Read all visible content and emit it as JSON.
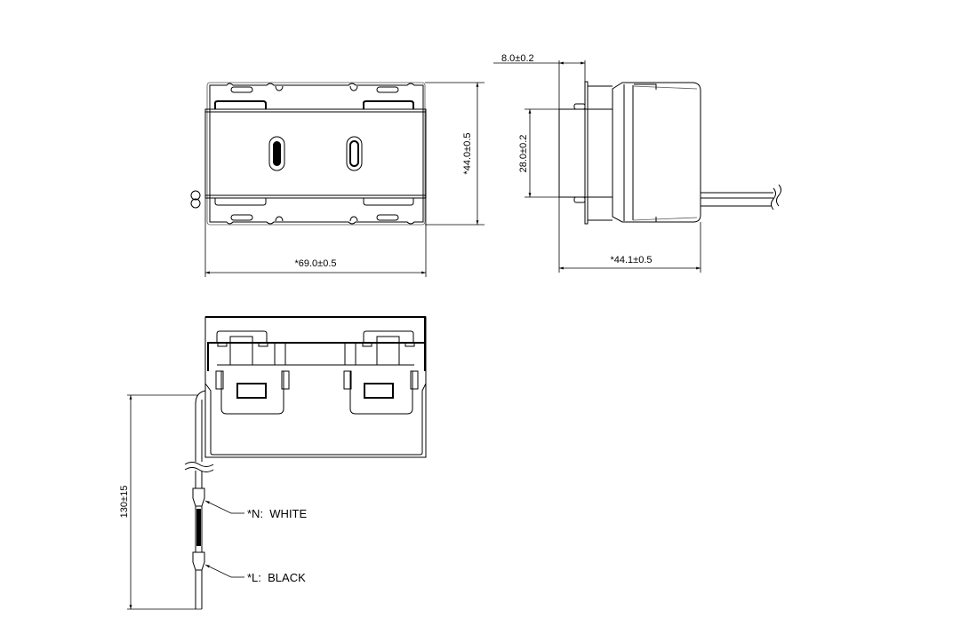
{
  "front_view": {
    "width_dim": "*69.0±0.5",
    "height_dim": "*44.0±0.5"
  },
  "side_view": {
    "flange_dim": "8.0±0.2",
    "plug_height_dim": "28.0±0.2",
    "depth_dim": "*44.1±0.5"
  },
  "bottom_view": {
    "cable_length_dim": "130±15",
    "wire_n_label": "*N:  WHITE",
    "wire_l_label": "*L:  BLACK"
  }
}
